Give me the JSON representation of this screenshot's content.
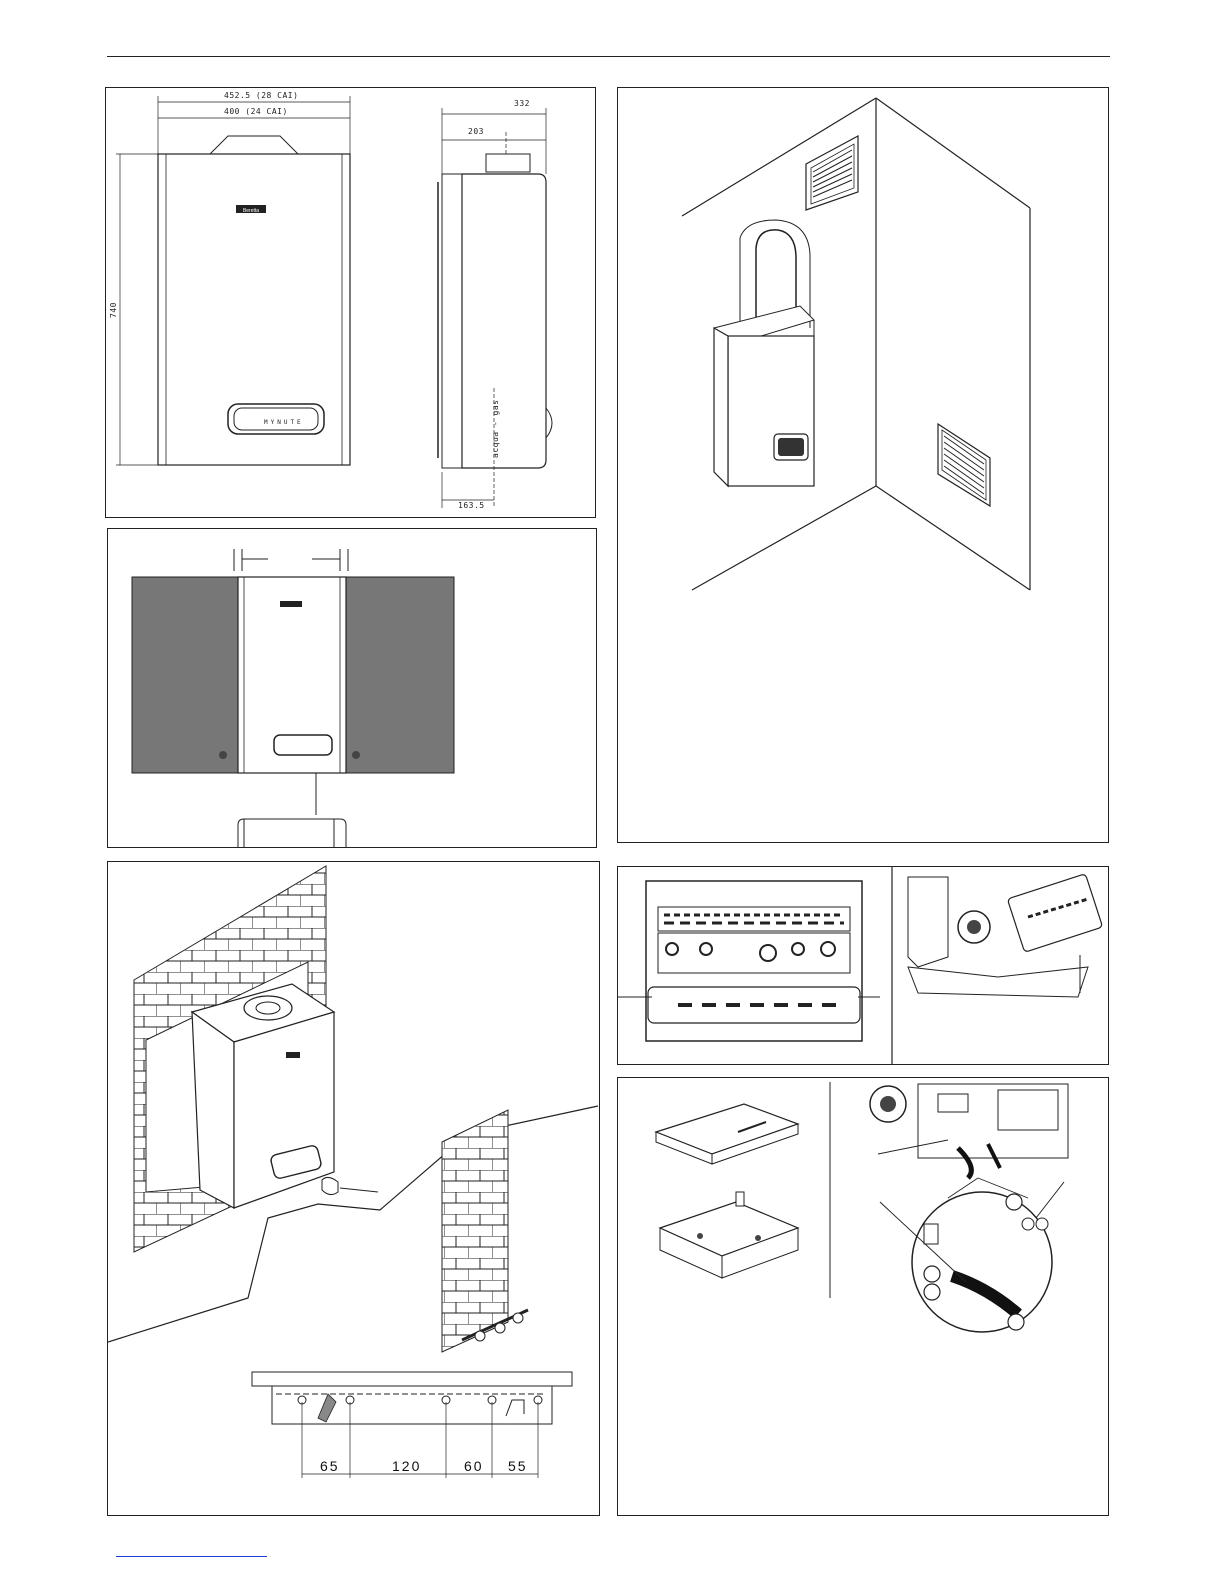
{
  "fig1": {
    "width_28": "452.5   (28 CAI)",
    "width_24": "400      (24 CAI)",
    "height": "740",
    "depth": "332",
    "flue_offset": "203",
    "side_offset": "163.5",
    "side_label": "acqua - gas",
    "brand": "Beretta",
    "display_label": "MYNUTE"
  },
  "fig3_dims": [
    "65",
    "120",
    "60",
    "55"
  ]
}
